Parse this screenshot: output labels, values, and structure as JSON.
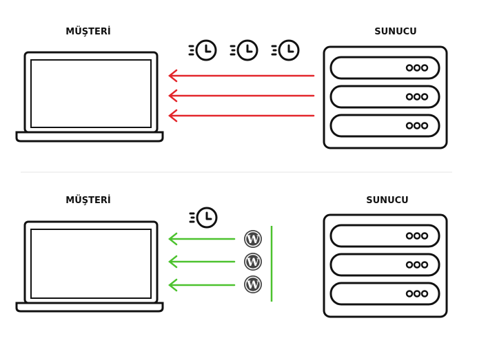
{
  "top_panel": {
    "client_label": "MÜŞTERİ",
    "server_label": "SUNUCU"
  },
  "bottom_panel": {
    "client_label": "MÜŞTERİ",
    "server_label": "SUNUCU"
  },
  "colors": {
    "slow_arrow": "#e3262b",
    "fast_arrow": "#4cc22e",
    "outline": "#111111",
    "divider": "#e6e6e6"
  },
  "icons": {
    "clock": "clock-icon",
    "wordpress": "wordpress-icon",
    "server": "server-icon",
    "laptop": "laptop-icon"
  }
}
